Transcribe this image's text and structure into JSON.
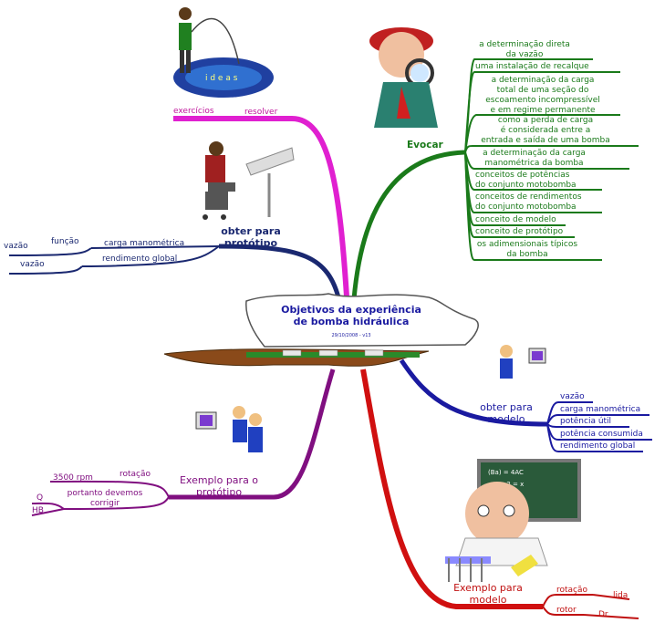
{
  "center": {
    "title_line1": "Objetivos da experiência",
    "title_line2": "de bomba hidráulica",
    "date": "29/10/2008 - v13"
  },
  "evocar": {
    "label": "Evocar",
    "items": [
      [
        "a determinação direta",
        "da vazão"
      ],
      [
        "uma instalação de recalque"
      ],
      [
        "a determinação da carga",
        "total de uma seção do",
        "escoamento incompressível",
        "e em regime permanente"
      ],
      [
        "como a perda de carga",
        "é considerada entre a",
        "entrada e saída de uma bomba"
      ],
      [
        "a determinação da carga",
        "manométrica da bomba"
      ],
      [
        "conceitos de potências",
        "do conjunto motobomba"
      ],
      [
        "conceitos de rendimentos",
        "do conjunto motobomba"
      ],
      [
        "conceito de modelo"
      ],
      [
        "conceito de protótipo"
      ],
      [
        "os adimensionais típicos",
        "da bomba"
      ]
    ]
  },
  "obter_modelo": {
    "label_line1": "obter para",
    "label_line2": "modelo",
    "items": [
      "vazão",
      "carga manométrica",
      "potência útil",
      "potência consumida",
      "rendimento global"
    ]
  },
  "obter_prototipo": {
    "label_line1": "obter para",
    "label_line2": "protótipo",
    "carga": "carga manométrica",
    "funcao": "função",
    "vazao1": "vazão",
    "rendimento": "rendimento global",
    "vazao2": "vazão"
  },
  "exercicios": {
    "resolver": "resolver",
    "exercicios": "exercícios"
  },
  "exemplo_prototipo": {
    "label_line1": "Exemplo para o",
    "label_line2": "protótipo",
    "rotacao": "rotação",
    "rpm": "3500 rpm",
    "portanto1": "portanto devemos",
    "portanto2": "corrigir",
    "q": "Q",
    "hb": "HB"
  },
  "exemplo_modelo": {
    "label_line1": "Exemplo para",
    "label_line2": "modelo",
    "rotacao": "rotação",
    "lida": "lida",
    "rotor": "rotor",
    "dr": "Dr"
  },
  "colors": {
    "evocar": "#1a7a1a",
    "modelo": "#1a1aa0",
    "prototipo": "#1a2870",
    "exemplo_prototipo": "#800f80",
    "exercicios": "#e020d0",
    "exemplo_modelo": "#c01010"
  }
}
